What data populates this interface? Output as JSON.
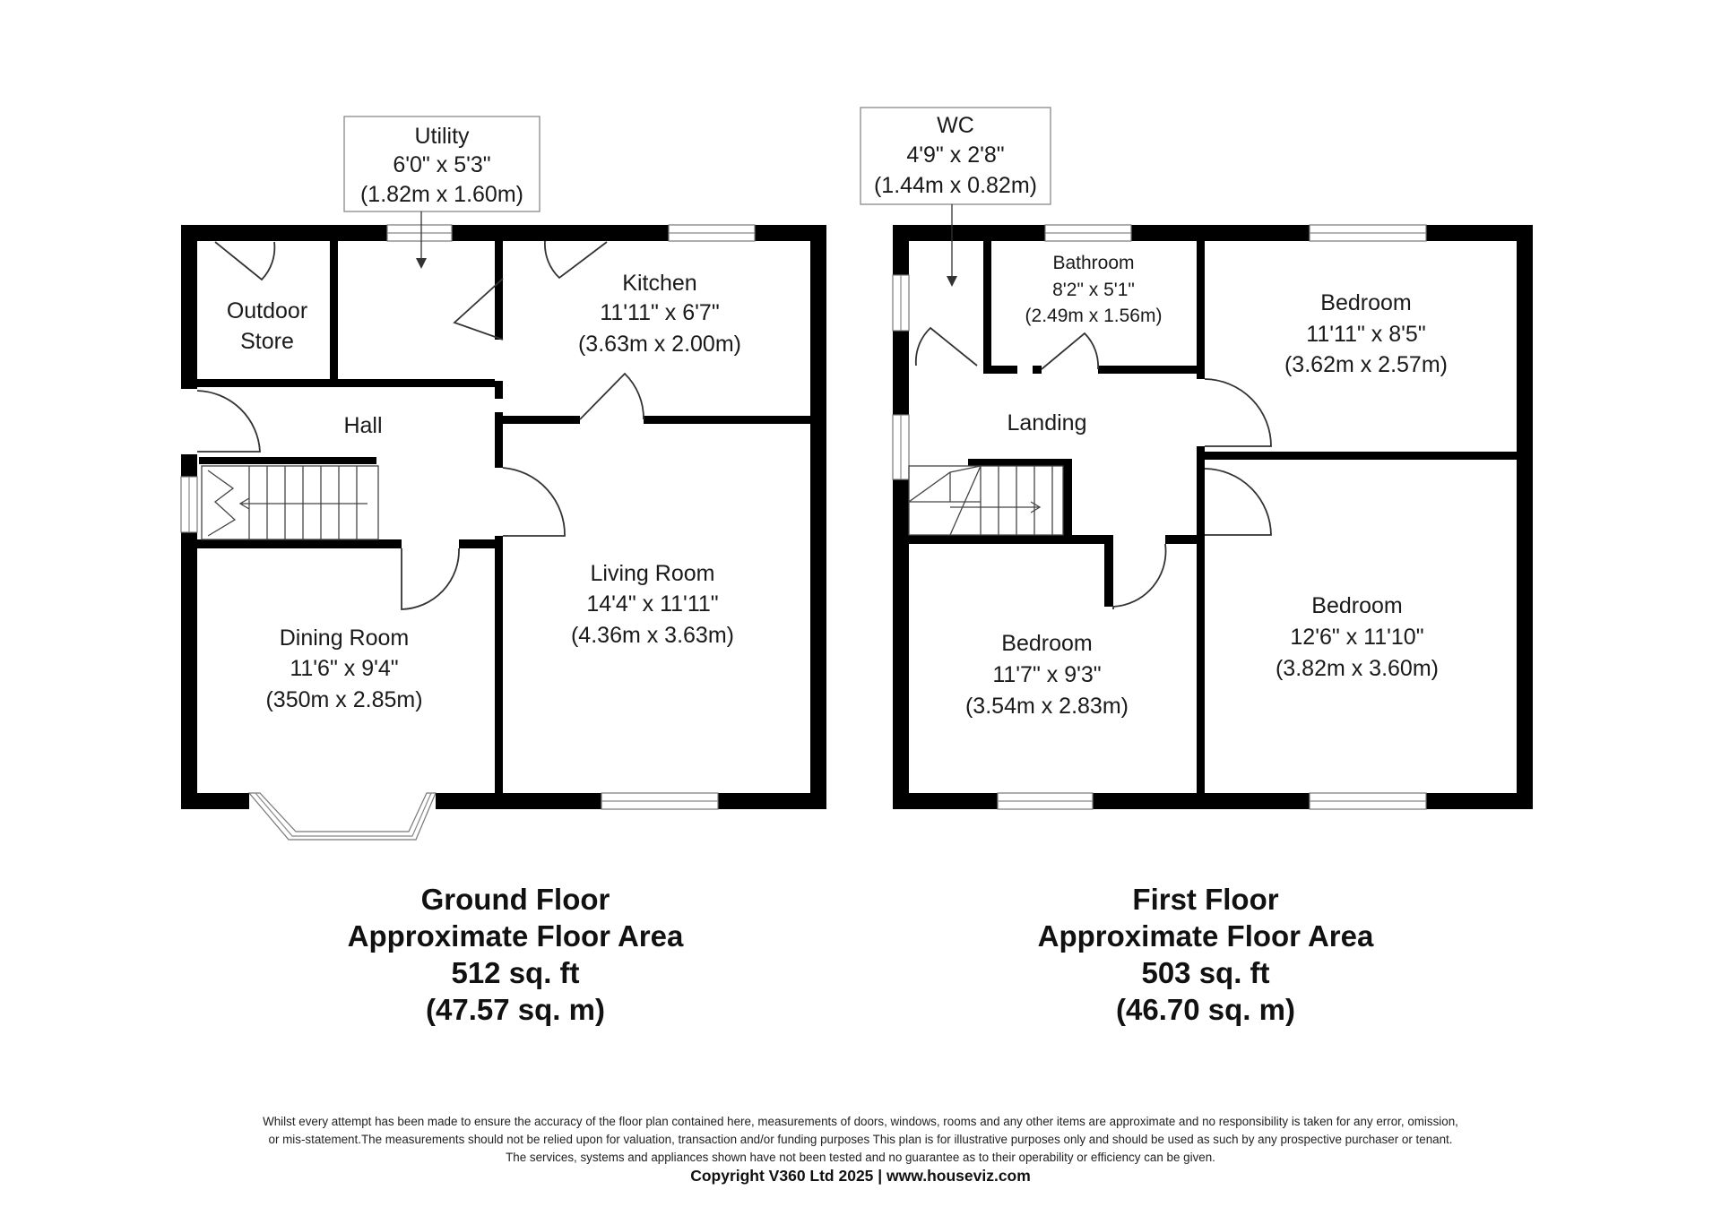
{
  "ground_floor": {
    "rooms": {
      "outdoor_store": {
        "name_line1": "Outdoor",
        "name_line2": "Store"
      },
      "utility": {
        "name": "Utility",
        "imperial": "6'0\" x 5'3\"",
        "metric": "(1.82m x 1.60m)"
      },
      "kitchen": {
        "name": "Kitchen",
        "imperial": "11'11\" x 6'7\"",
        "metric": "(3.63m x 2.00m)"
      },
      "hall": {
        "name": "Hall"
      },
      "living_room": {
        "name": "Living Room",
        "imperial": "14'4\" x 11'11\"",
        "metric": "(4.36m x 3.63m)"
      },
      "dining_room": {
        "name": "Dining Room",
        "imperial": "11'6\" x 9'4\"",
        "metric": "(350m x 2.85m)"
      }
    },
    "summary": {
      "title": "Ground Floor",
      "subtitle": "Approximate Floor Area",
      "area_imperial": "512 sq. ft",
      "area_metric": "(47.57 sq. m)"
    }
  },
  "first_floor": {
    "rooms": {
      "wc": {
        "name": "WC",
        "imperial": "4'9\" x 2'8\"",
        "metric": "(1.44m x 0.82m)"
      },
      "bathroom": {
        "name": "Bathroom",
        "imperial": "8'2\" x 5'1\"",
        "metric": "(2.49m x 1.56m)"
      },
      "bedroom_front_right": {
        "name": "Bedroom",
        "imperial": "11'11\" x 8'5\"",
        "metric": "(3.62m x 2.57m)"
      },
      "landing": {
        "name": "Landing"
      },
      "bedroom_rear_left": {
        "name": "Bedroom",
        "imperial": "11'7\" x 9'3\"",
        "metric": "(3.54m x 2.83m)"
      },
      "bedroom_rear_right": {
        "name": "Bedroom",
        "imperial": "12'6\" x 11'10\"",
        "metric": "(3.82m x 3.60m)"
      }
    },
    "summary": {
      "title": "First Floor",
      "subtitle": "Approximate Floor Area",
      "area_imperial": "503 sq. ft",
      "area_metric": "(46.70 sq. m)"
    }
  },
  "disclaimer": {
    "line1": "Whilst every attempt has been made to ensure the accuracy of the floor plan contained here, measurements of doors, windows, rooms and any other items are approximate and no responsibility is taken for any error, omission,",
    "line2": "or mis-statement.The measurements should not be relied upon for valuation, transaction and/or funding purposes This plan is for illustrative purposes only and should be used as such by any prospective purchaser or tenant.",
    "line3": "The services, systems and appliances shown have not been tested and no guarantee as to their operability or efficiency can be given."
  },
  "copyright": "Copyright V360 Ltd 2025 | www.houseviz.com",
  "colors": {
    "wall": "#000000",
    "window_line": "#888888",
    "door_line": "#333333",
    "background": "#ffffff"
  }
}
